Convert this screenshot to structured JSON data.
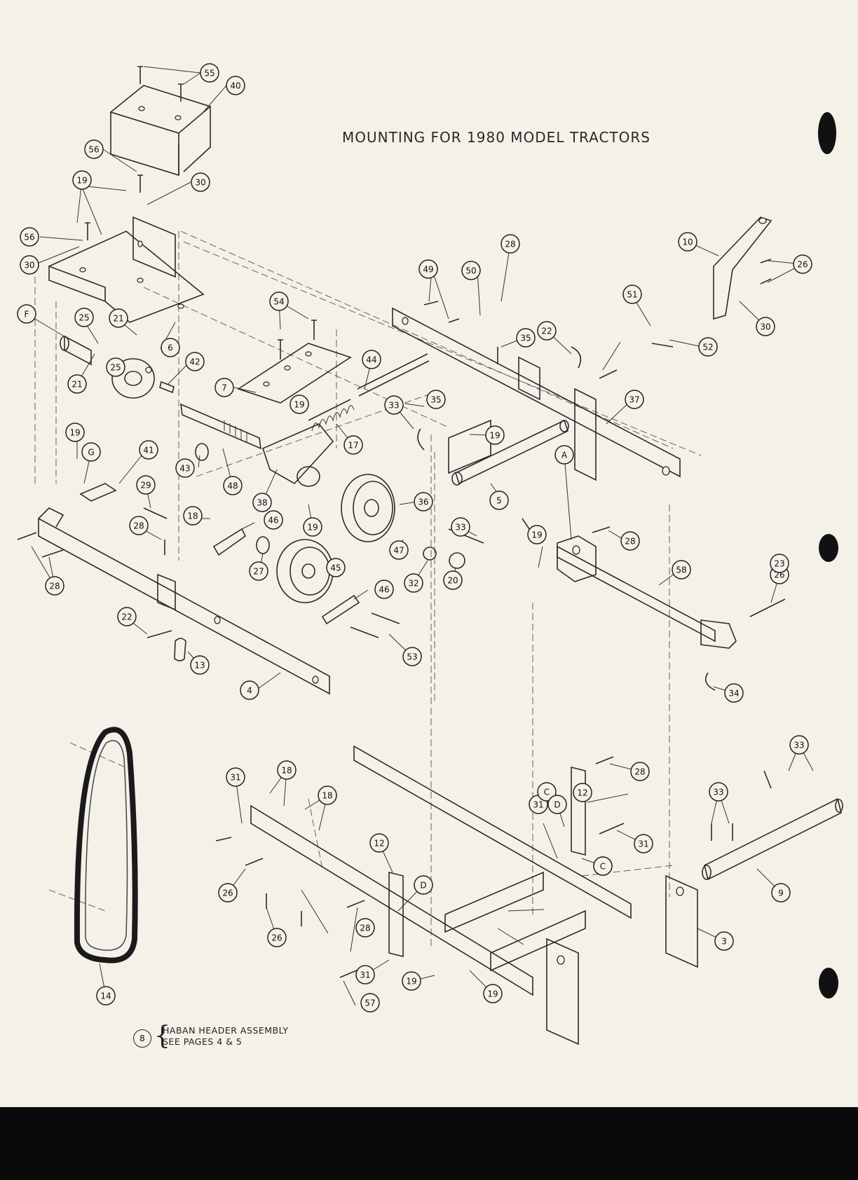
{
  "title": "MOUNTING FOR 1980 MODEL TRACTORS",
  "note": {
    "ref": "8",
    "lines": [
      "HABAN HEADER ASSEMBLY",
      "SEE PAGES 4 & 5"
    ]
  },
  "callout_labels": [
    "55",
    "40",
    "56",
    "19",
    "30",
    "56",
    "30",
    "F",
    "25",
    "21",
    "21",
    "42",
    "25",
    "6",
    "54",
    "7",
    "19",
    "44",
    "17",
    "19",
    "G",
    "41",
    "29",
    "18",
    "46",
    "19",
    "28",
    "28",
    "27",
    "45",
    "46",
    "53",
    "22",
    "13",
    "4",
    "43",
    "48",
    "38",
    "36",
    "47",
    "32",
    "20",
    "33",
    "35",
    "33",
    "19",
    "5",
    "28",
    "49",
    "50",
    "28",
    "35",
    "22",
    "51",
    "52",
    "37",
    "A",
    "10",
    "26",
    "30",
    "19",
    "26",
    "58",
    "23",
    "34",
    "14",
    "31",
    "18",
    "18",
    "26",
    "26",
    "31",
    "12",
    "D",
    "C",
    "28",
    "57",
    "31",
    "19",
    "19",
    "3",
    "12",
    "D",
    "C",
    "31",
    "28",
    "57",
    "33",
    "33",
    "9"
  ]
}
